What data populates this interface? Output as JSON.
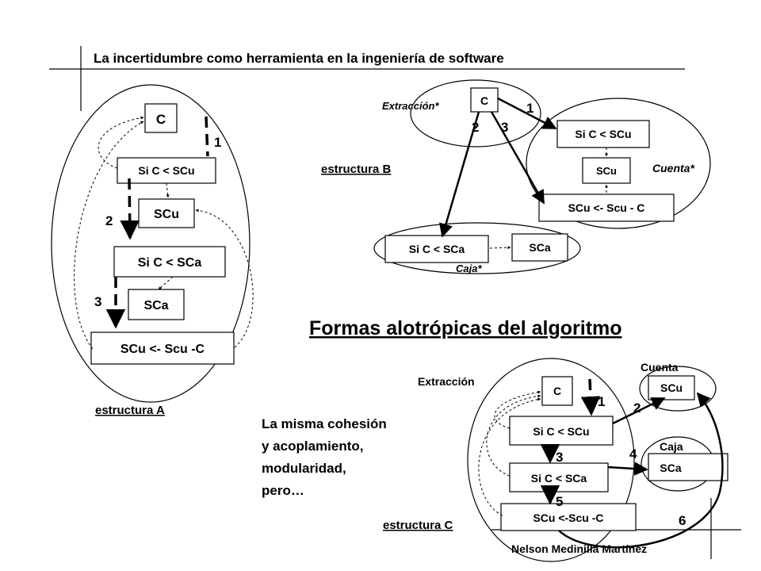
{
  "title": "La incertidumbre como herramienta en la ingeniería de software",
  "heading": "Formas alotrópicas del algoritmo",
  "note": [
    "La misma cohesión",
    "y acoplamiento,",
    "modularidad,",
    "pero…"
  ],
  "author": "Nelson Medinilla Martínez",
  "structure_a": {
    "label": "estructura A",
    "c": "C",
    "if_scu": "Si C < SCu",
    "scu": "SCu",
    "if_sca": "Si C < SCa",
    "sca": "SCa",
    "assign": "SCu <- Scu -C",
    "steps": [
      "1",
      "2",
      "3"
    ]
  },
  "structure_b": {
    "label": "estructura B",
    "extraccion": "Extracción*",
    "cuenta": "Cuenta*",
    "caja": "Caja*",
    "c": "C",
    "if_scu": "Si C < SCu",
    "scu": "SCu",
    "assign": "SCu <- Scu - C",
    "if_sca": "Si C < SCa",
    "sca": "SCa",
    "steps": [
      "1",
      "2",
      "3"
    ]
  },
  "structure_c": {
    "label": "estructura C",
    "extraccion": "Extracción",
    "cuenta": "Cuenta",
    "caja": "Caja",
    "c": "C",
    "if_scu": "Si C < SCu",
    "if_sca": "Si C < SCa",
    "assign": "SCu <-Scu -C",
    "scu": "SCu",
    "sca": "SCa",
    "steps": [
      "1",
      "2",
      "3",
      "4",
      "5",
      "6"
    ]
  }
}
